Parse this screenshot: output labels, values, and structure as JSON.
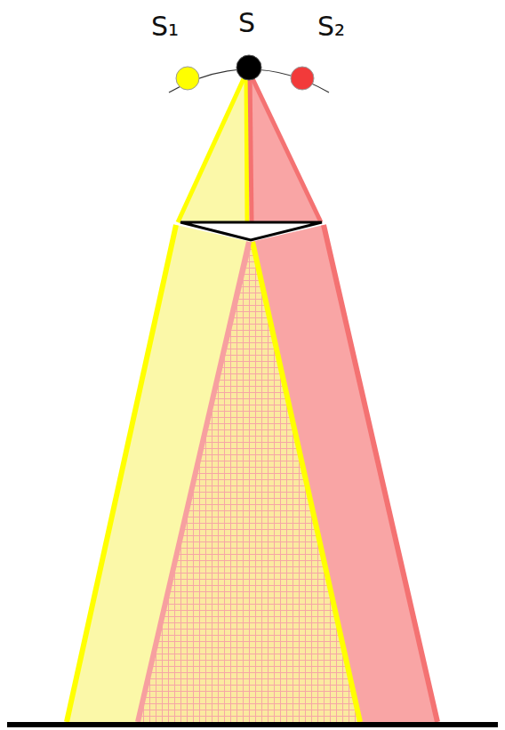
{
  "diagram": {
    "labels": [
      "S₁",
      "S",
      "S₂"
    ]
  }
}
